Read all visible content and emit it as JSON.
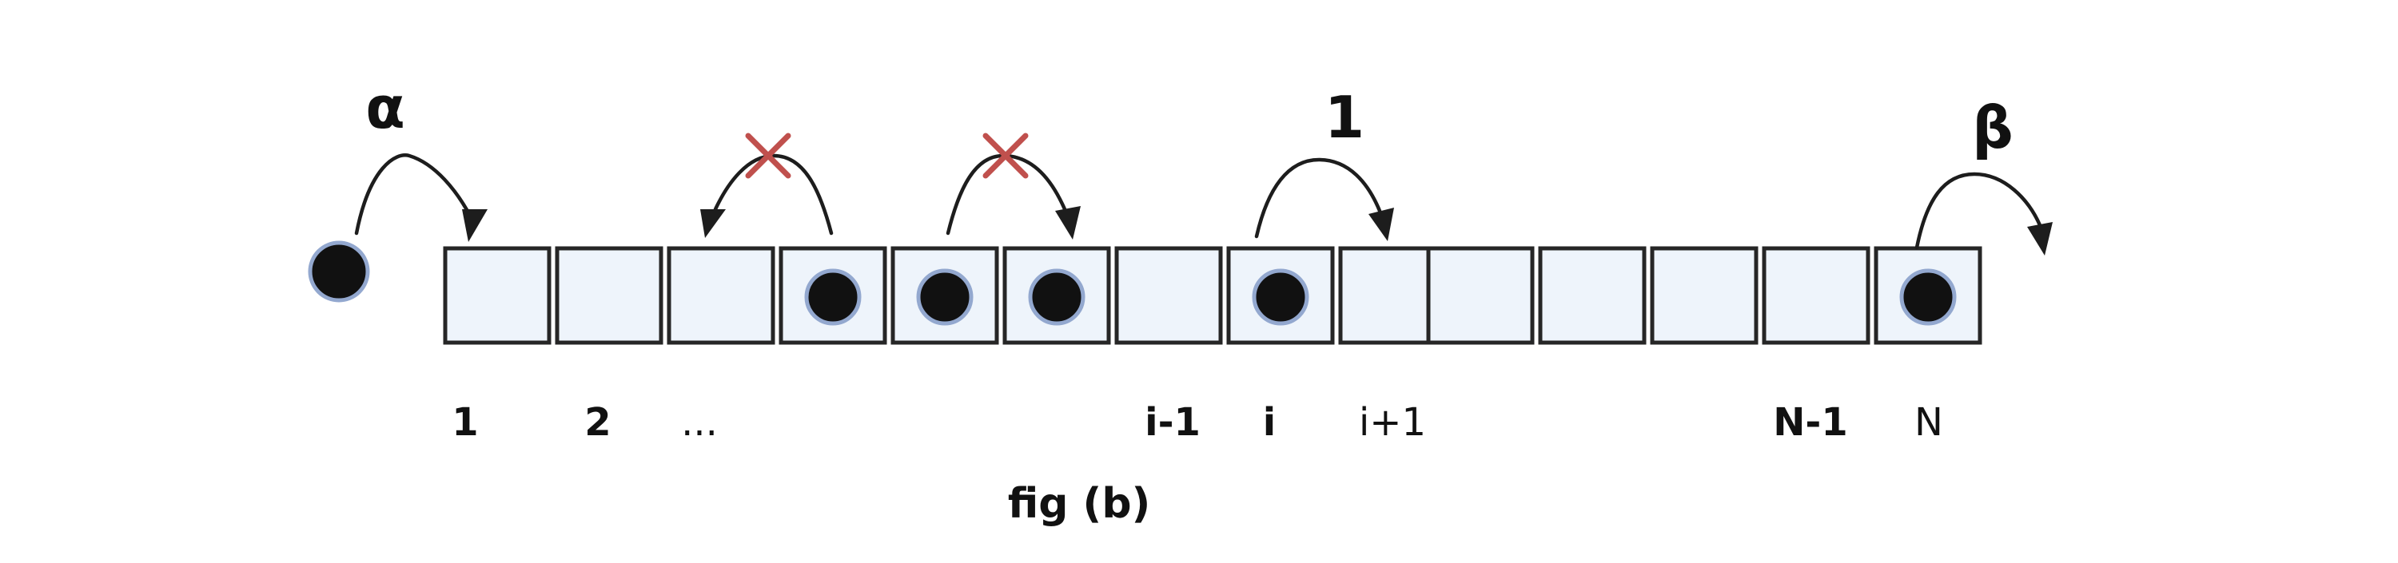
{
  "lattice": {
    "cells": [
      {
        "occupied": false
      },
      {
        "occupied": false
      },
      {
        "occupied": false
      },
      {
        "occupied": true
      },
      {
        "occupied": true
      },
      {
        "occupied": true
      },
      {
        "occupied": false
      },
      {
        "occupied": true
      },
      {
        "occupied": false
      },
      {
        "occupied": false
      },
      {
        "occupied": false
      },
      {
        "occupied": false
      },
      {
        "occupied": false
      },
      {
        "occupied": true
      }
    ]
  },
  "site_labels": [
    {
      "text": "1",
      "bold": true,
      "cell": 0
    },
    {
      "text": "2",
      "bold": true,
      "cell": 1
    },
    {
      "text": "...",
      "bold": false,
      "cell": 2
    },
    {
      "text": "i-1",
      "bold": true,
      "cell": 6
    },
    {
      "text": "i",
      "bold": true,
      "cell": 7
    },
    {
      "text": "i+1",
      "bold": false,
      "cell": 8
    },
    {
      "text": "N-1",
      "bold": true,
      "cell": 12
    },
    {
      "text": "N",
      "bold": false,
      "cell": 13
    }
  ],
  "rates": {
    "injection": "α",
    "hop": "1",
    "extraction": "β"
  },
  "caption": "fig (b)",
  "colors": {
    "cell_fill": "#eef4fb",
    "cell_border": "#262626",
    "particle_fill": "#111111",
    "particle_ring": "#93a8cf",
    "blocked_mark": "#c0504d",
    "arrow": "#1d1d1d"
  }
}
